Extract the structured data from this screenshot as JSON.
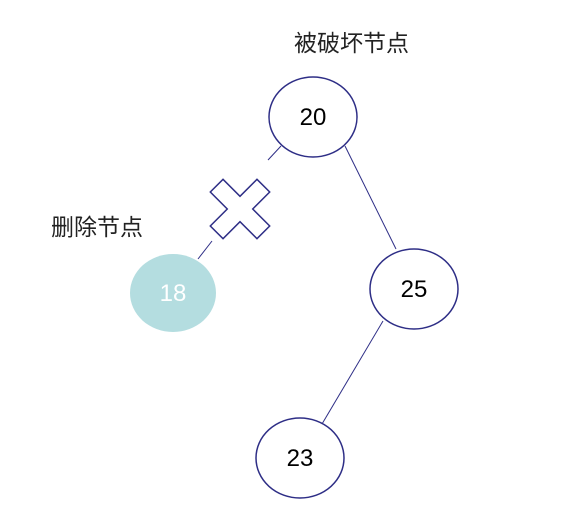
{
  "labels": {
    "broken_node": "被破坏节点",
    "deleted_node": "删除节点"
  },
  "nodes": {
    "root": {
      "value": "20"
    },
    "right": {
      "value": "25"
    },
    "right_left": {
      "value": "23"
    },
    "deleted": {
      "value": "18"
    }
  },
  "colors": {
    "node_stroke": "#2e2e86",
    "edge": "#2e2e86",
    "deleted_fill": "#b4dde0",
    "deleted_text": "#ffffff",
    "node_text": "#000000"
  }
}
